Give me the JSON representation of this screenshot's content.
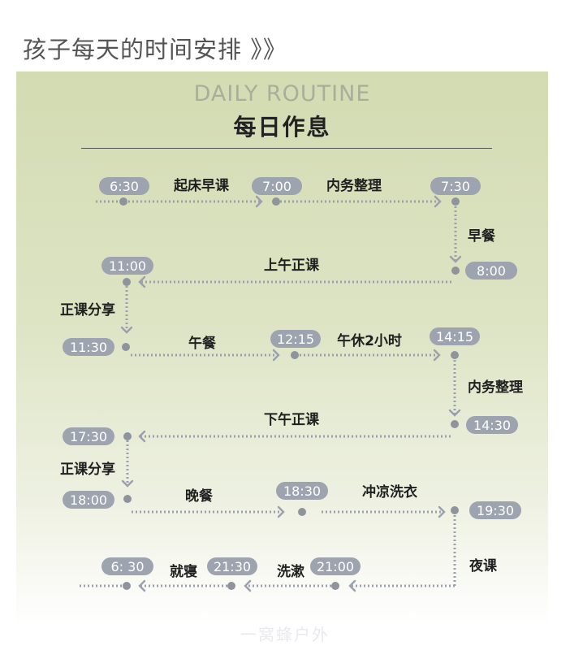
{
  "header": {
    "title": "孩子每天的时间安排 》》"
  },
  "card": {
    "title_en": "DAILY ROUTINE",
    "title_cn": "每日作息"
  },
  "times": [
    "6:30",
    "7:00",
    "7:30",
    "8:00",
    "11:00",
    "11:30",
    "12:15",
    "14:15",
    "14:30",
    "17:30",
    "18:00",
    "18:30",
    "19:30",
    "21:00",
    "21:30",
    "6: 30"
  ],
  "activities": [
    "起床早课",
    "内务整理",
    "早餐",
    "上午正课",
    "正课分享",
    "午餐",
    "午休2小时",
    "内务整理",
    "下午正课",
    "正课分享",
    "晚餐",
    "冲凉洗衣",
    "夜课",
    "洗漱",
    "就寝"
  ],
  "watermark": "一窝蜂户外",
  "colors": {
    "pill": "#9ea3b0",
    "line": "#9aa0ad",
    "card_top": "#d3dbb2"
  }
}
